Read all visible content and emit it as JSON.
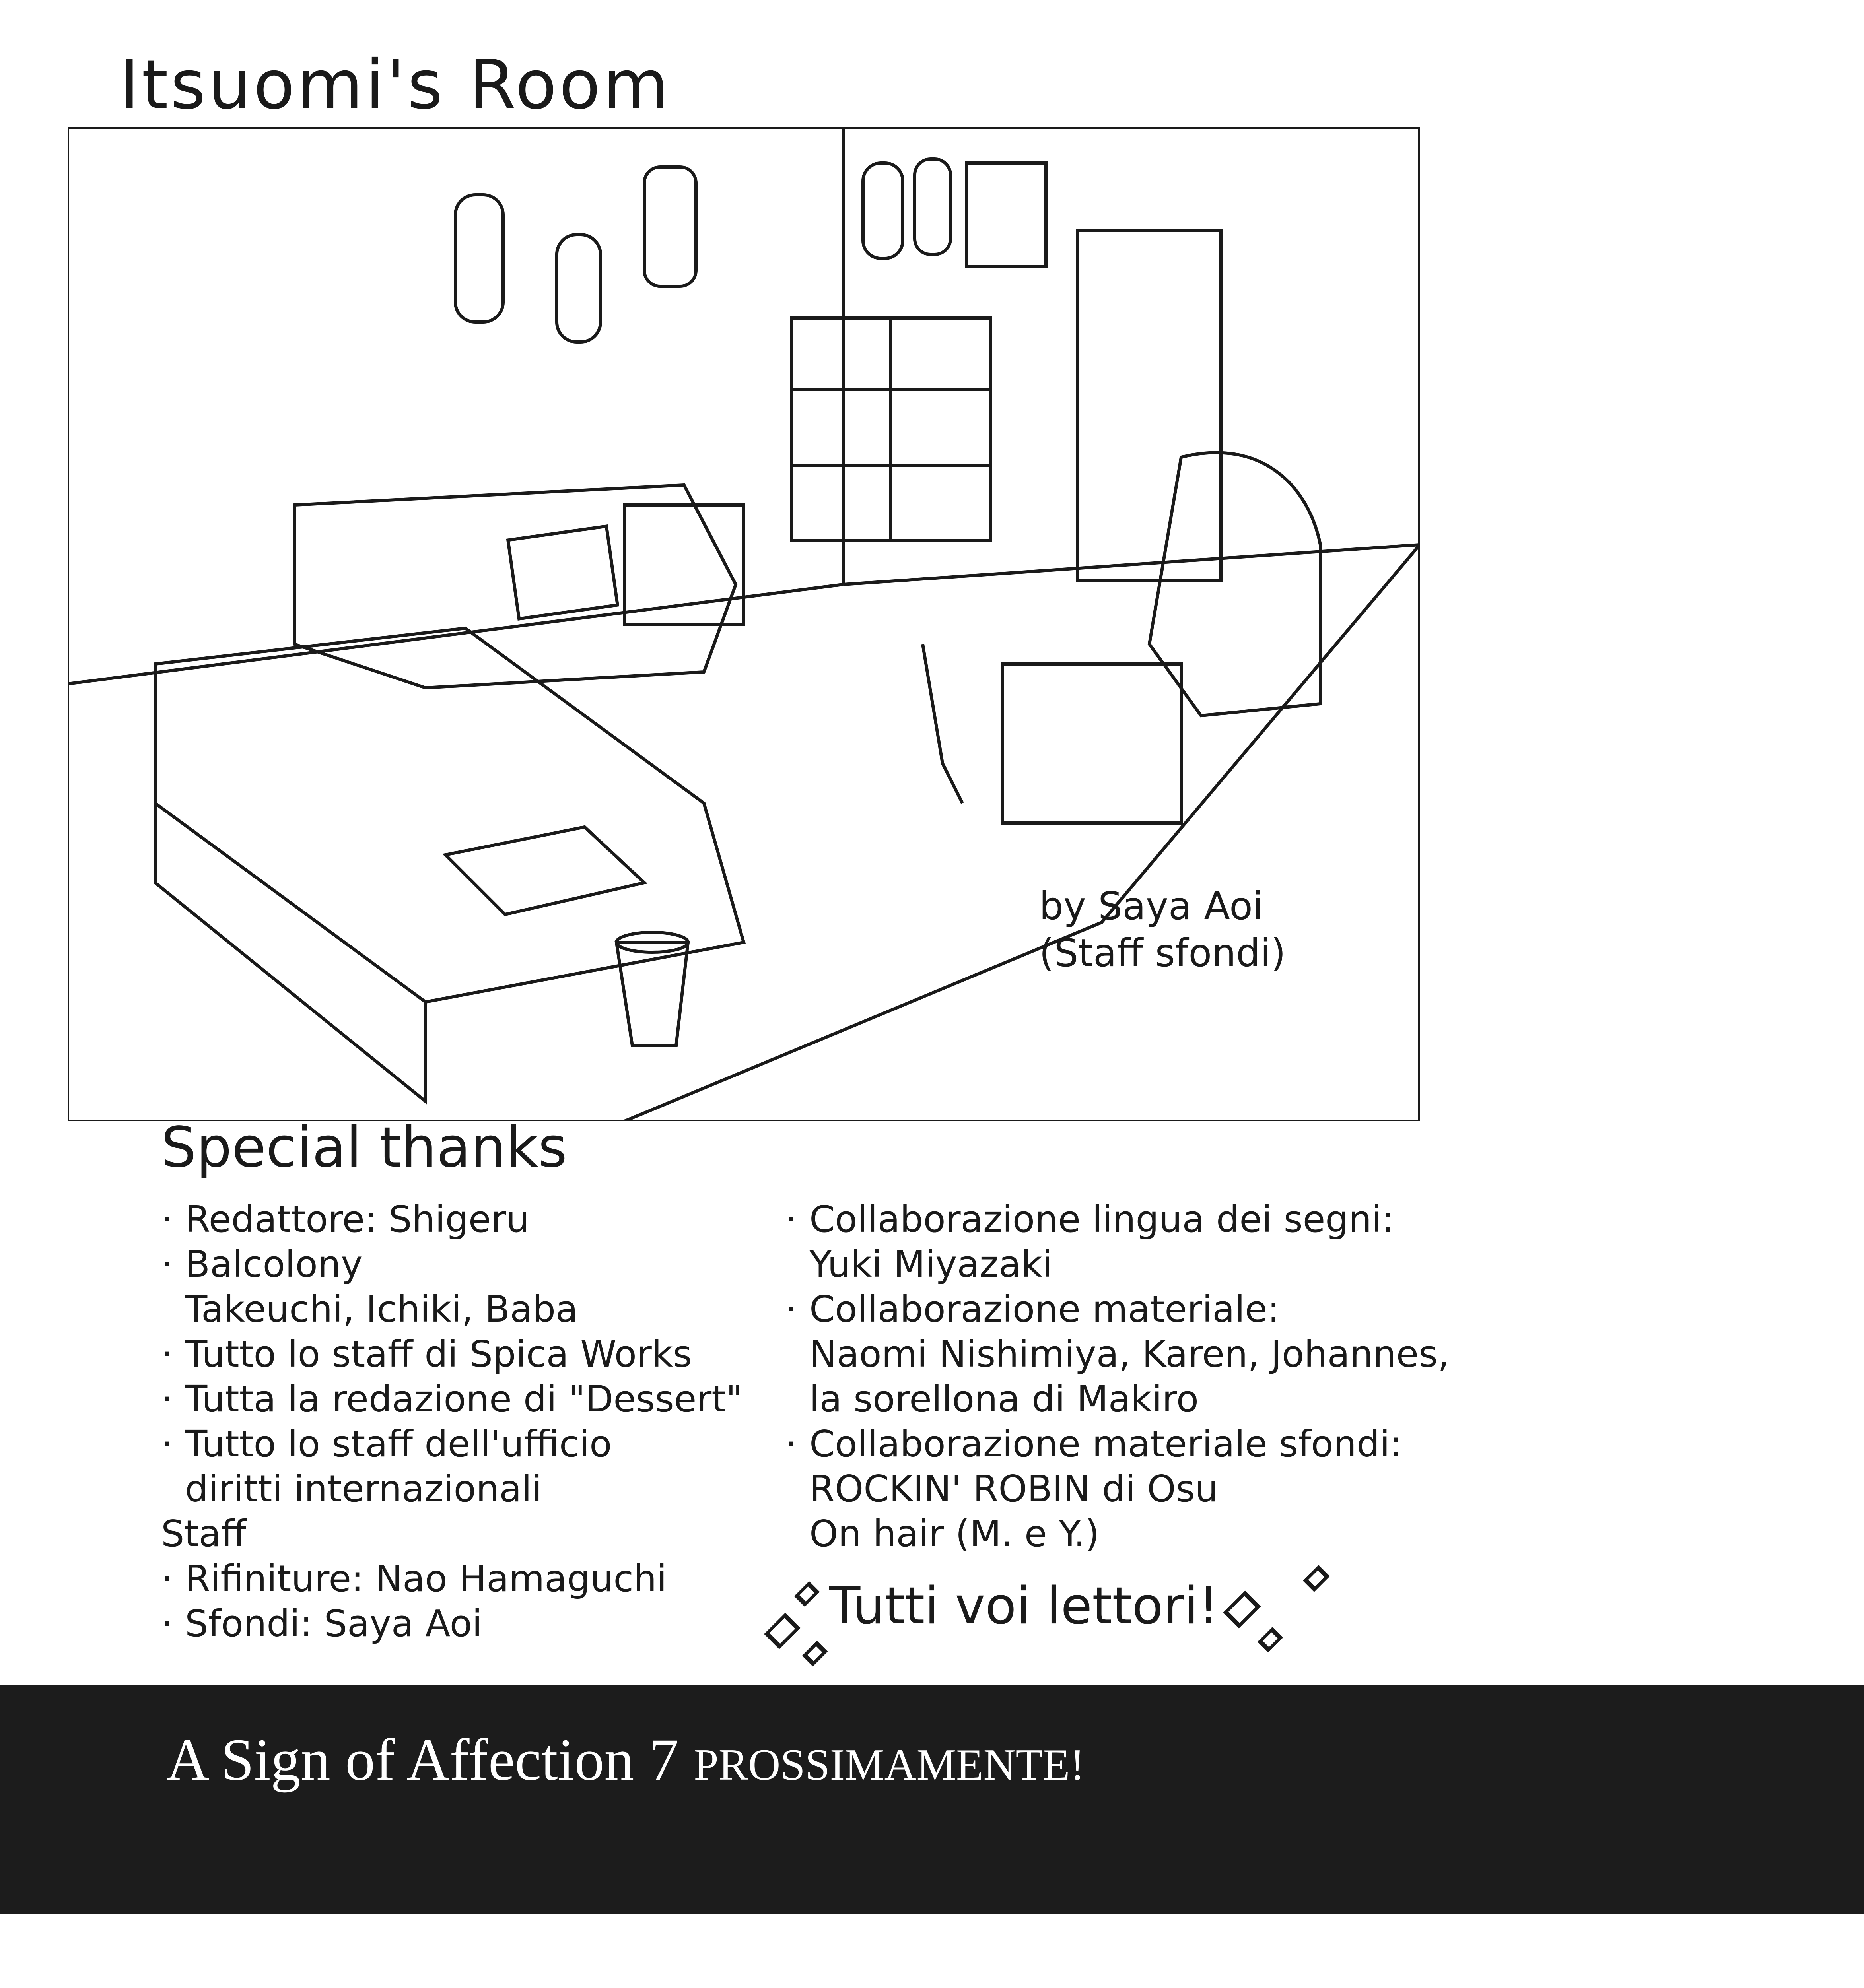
{
  "title": "Itsuomi's Room",
  "credit": {
    "line1": "by Saya Aoi",
    "line2": "(Staff sfondi)"
  },
  "special_thanks": {
    "heading": "Special thanks",
    "left": [
      "Redattore: Shigeru",
      "Balcolony",
      "Takeuchi, Ichiki, Baba",
      "Tutto lo staff di Spica Works",
      "Tutta la redazione di \"Dessert\"",
      "Tutto lo staff dell'ufficio",
      "diritti internazionali",
      "Staff",
      "Rifiniture: Nao Hamaguchi",
      "Sfondi: Saya Aoi"
    ],
    "right": [
      "Collaborazione lingua dei segni:",
      "Yuki Miyazaki",
      "Collaborazione materiale:",
      "Naomi Nishimiya, Karen, Johannes,",
      "la sorellona di Makiro",
      "Collaborazione materiale sfondi:",
      "ROCKIN' ROBIN di Osu",
      "On hair (M. e Y.)"
    ],
    "readers": "Tutti voi lettori!"
  },
  "banner": {
    "main": "A Sign of Affection 7",
    "suffix": "PROSSIMAMENTE!",
    "background": "#1c1c1c",
    "text_color": "#ffffff"
  }
}
